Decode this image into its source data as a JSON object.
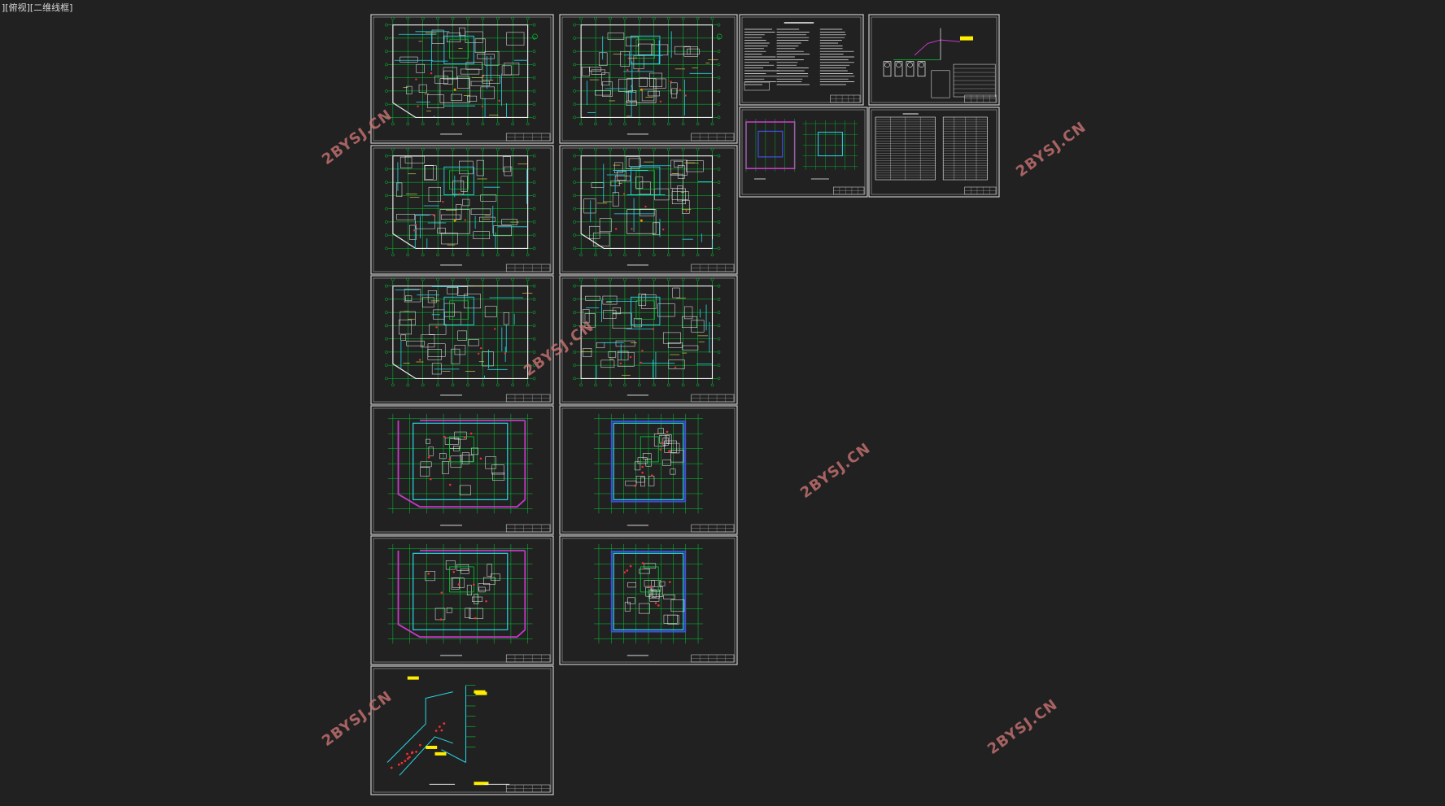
{
  "viewport": {
    "label": "][俯视][二维线框]"
  },
  "watermark": {
    "text": "2BYSJ.CN"
  },
  "colors": {
    "background": "#212121",
    "sheet_border": "#c8c8c8",
    "grid_green": "#00cc33",
    "wall_white": "#f2f2f2",
    "pipe_cyan": "#27d7e4",
    "beam_yellow": "#e8e050",
    "duct_blue": "#3c4fd8",
    "duct_magenta": "#c838c8",
    "equipment_red": "#ee3030",
    "tag_yellow": "#ffee00",
    "watermark": "#d67878"
  },
  "sheets": [
    {
      "id": "floor-plan-1",
      "kind": "floorplan"
    },
    {
      "id": "floor-plan-2",
      "kind": "floorplan"
    },
    {
      "id": "design-notes",
      "kind": "notes"
    },
    {
      "id": "system-schematic",
      "kind": "schematic"
    },
    {
      "id": "floor-plan-3",
      "kind": "floorplan"
    },
    {
      "id": "floor-plan-4",
      "kind": "floorplan"
    },
    {
      "id": "detail-plans",
      "kind": "details"
    },
    {
      "id": "equipment-schedule",
      "kind": "table"
    },
    {
      "id": "floor-plan-5",
      "kind": "floorplan"
    },
    {
      "id": "floor-plan-6",
      "kind": "floorplan"
    },
    {
      "id": "duct-plan-1",
      "kind": "duct_plan"
    },
    {
      "id": "duct-plan-2",
      "kind": "duct_plan"
    },
    {
      "id": "duct-plan-3",
      "kind": "duct_plan"
    },
    {
      "id": "duct-plan-4",
      "kind": "duct_plan"
    },
    {
      "id": "pipe-isometric",
      "kind": "isometric"
    }
  ]
}
